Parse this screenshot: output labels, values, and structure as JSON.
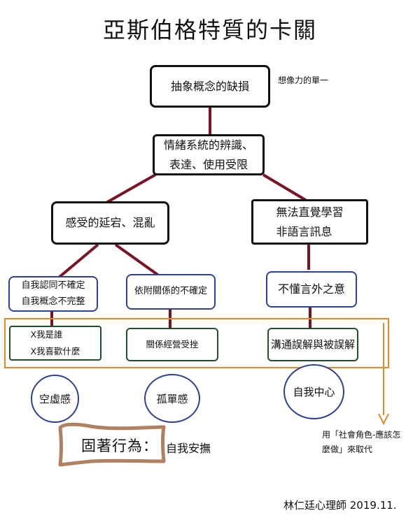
{
  "title": "亞斯伯格特質的卡關",
  "nodes": {
    "abstract": "抽象概念的缺損",
    "emotion_line1": "情緒系統的辨識、",
    "emotion_line2": "表達、使用受限",
    "feeling": "感受的延宕、混亂",
    "intuition_line1": "無法直覺學習",
    "intuition_line2": "非語言訊息",
    "identity_line1": "自我認同不確定",
    "identity_line2": "自我概念不完整",
    "attachment": "依附關係的不確定",
    "implied": "不懂言外之意",
    "who_line1": "X我是誰",
    "who_line2": "X我喜歡什麼",
    "relationship": "關係經營受挫",
    "misunderstanding": "溝通誤解與被誤解",
    "emptiness": "空虛感",
    "loneliness": "孤單感",
    "egocentric": "自我中心",
    "rigid_label": "固著行為：",
    "self_soothe": "自我安撫"
  },
  "notes": {
    "imagination": "想像力的單一",
    "replace_line1": "用「社會角色-應該怎",
    "replace_line2": "麼做」來取代"
  },
  "signature": "林仁廷心理師 2019.11.",
  "colors": {
    "connector": "#7a1424",
    "orange": "#e08a2a",
    "blue_border": "#2f3f93",
    "green_border": "#1f4f2a",
    "scroll_brown": "#b08160"
  }
}
